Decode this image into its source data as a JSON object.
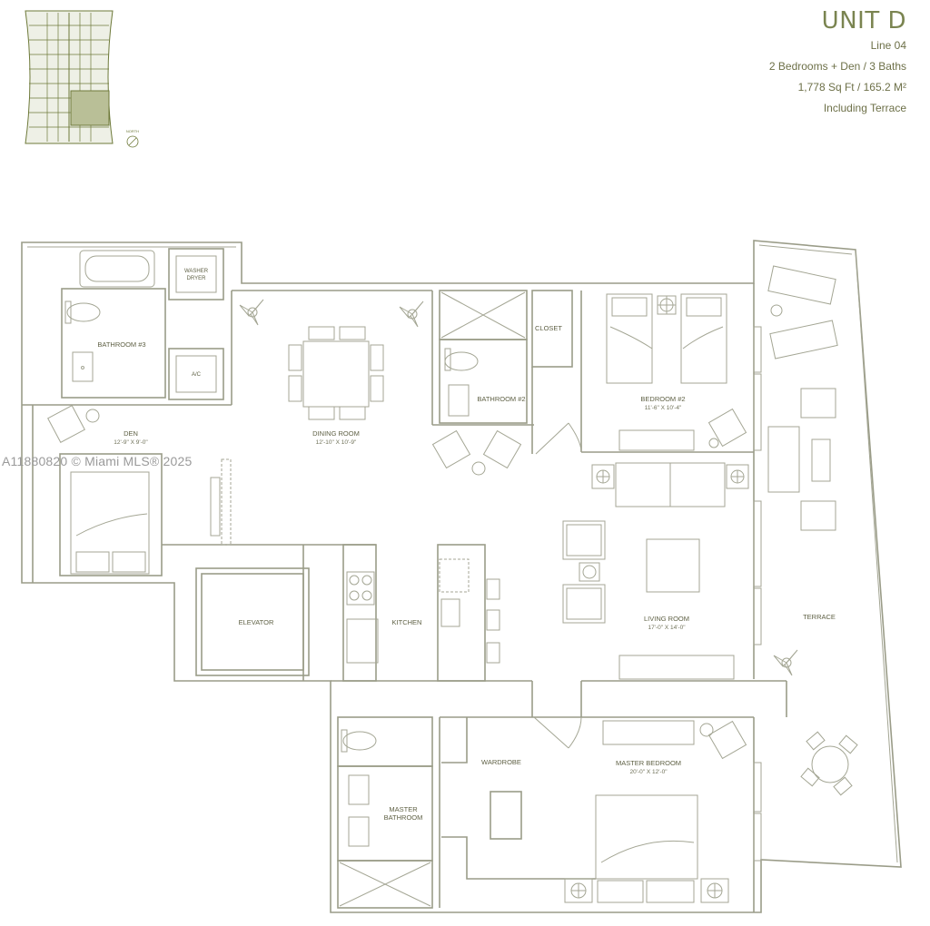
{
  "unit": {
    "title": "UNIT D",
    "line": "Line 04",
    "layout": "2 Bedrooms + Den / 3 Baths",
    "area": "1,778 Sq Ft / 165.2 M²",
    "note": "Including Terrace"
  },
  "watermark": "A11880820 © Miami MLS® 2025",
  "key_plan": {
    "north_label": "NORTH"
  },
  "rooms": {
    "bathroom3": "BATHROOM #3",
    "washer": "WASHER",
    "dryer": "DRYER",
    "ac": "A/C",
    "den": "DEN",
    "den_dim": "12'-9\" X 9'-0\"",
    "dining": "DINING ROOM",
    "dining_dim": "12'-10\" X 10'-9\"",
    "bathroom2": "BATHROOM #2",
    "closet": "CLOSET",
    "bedroom2": "BEDROOM #2",
    "bedroom2_dim": "11'-6\" X 10'-4\"",
    "elevator": "ELEVATOR",
    "kitchen": "KITCHEN",
    "living": "LIVING ROOM",
    "living_dim": "17'-0\" X 14'-0\"",
    "terrace": "TERRACE",
    "wardrobe": "WARDROBE",
    "master_bedroom": "MASTER BEDROOM",
    "master_bedroom_dim": "20'-0\" X 12'-0\"",
    "master_bath_1": "MASTER",
    "master_bath_2": "BATHROOM"
  },
  "colors": {
    "accent": "#7a8450",
    "wall": "#9a9c88",
    "highlight": "#b9bf97"
  }
}
